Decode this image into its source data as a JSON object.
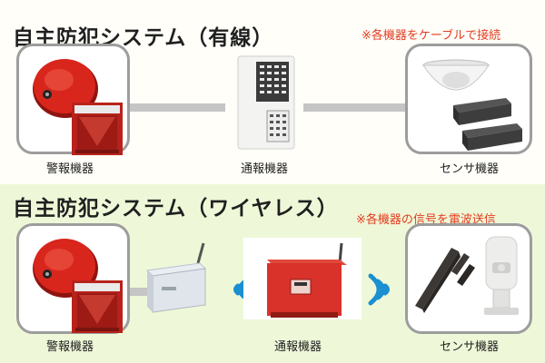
{
  "wired": {
    "title": "自主防犯システム（有線）",
    "note": "※各機器をケーブルで接続",
    "labels": {
      "alarm": "警報機器",
      "comm": "通報機器",
      "sensor": "センサ機器"
    }
  },
  "wireless": {
    "title": "自主防犯システム（ワイヤレス）",
    "note": "※各機器の信号を電波送信",
    "labels": {
      "alarm": "警報機器",
      "comm": "通報機器",
      "sensor": "センサ機器"
    }
  },
  "colors": {
    "accent_red": "#e53b1f",
    "bell_red": "#d9261c",
    "wifi_blue": "#1a8fd1",
    "box_border": "#9d9d9d",
    "top_bg": "#fffef9",
    "bottom_bg": "#eef8d8"
  },
  "icons": [
    "alarm-bell",
    "alarm-panel",
    "control-panel",
    "dome-sensor",
    "beam-sensor",
    "wifi-signal",
    "receiver",
    "transmitter-panel",
    "door-sensor",
    "pir-sensor"
  ]
}
